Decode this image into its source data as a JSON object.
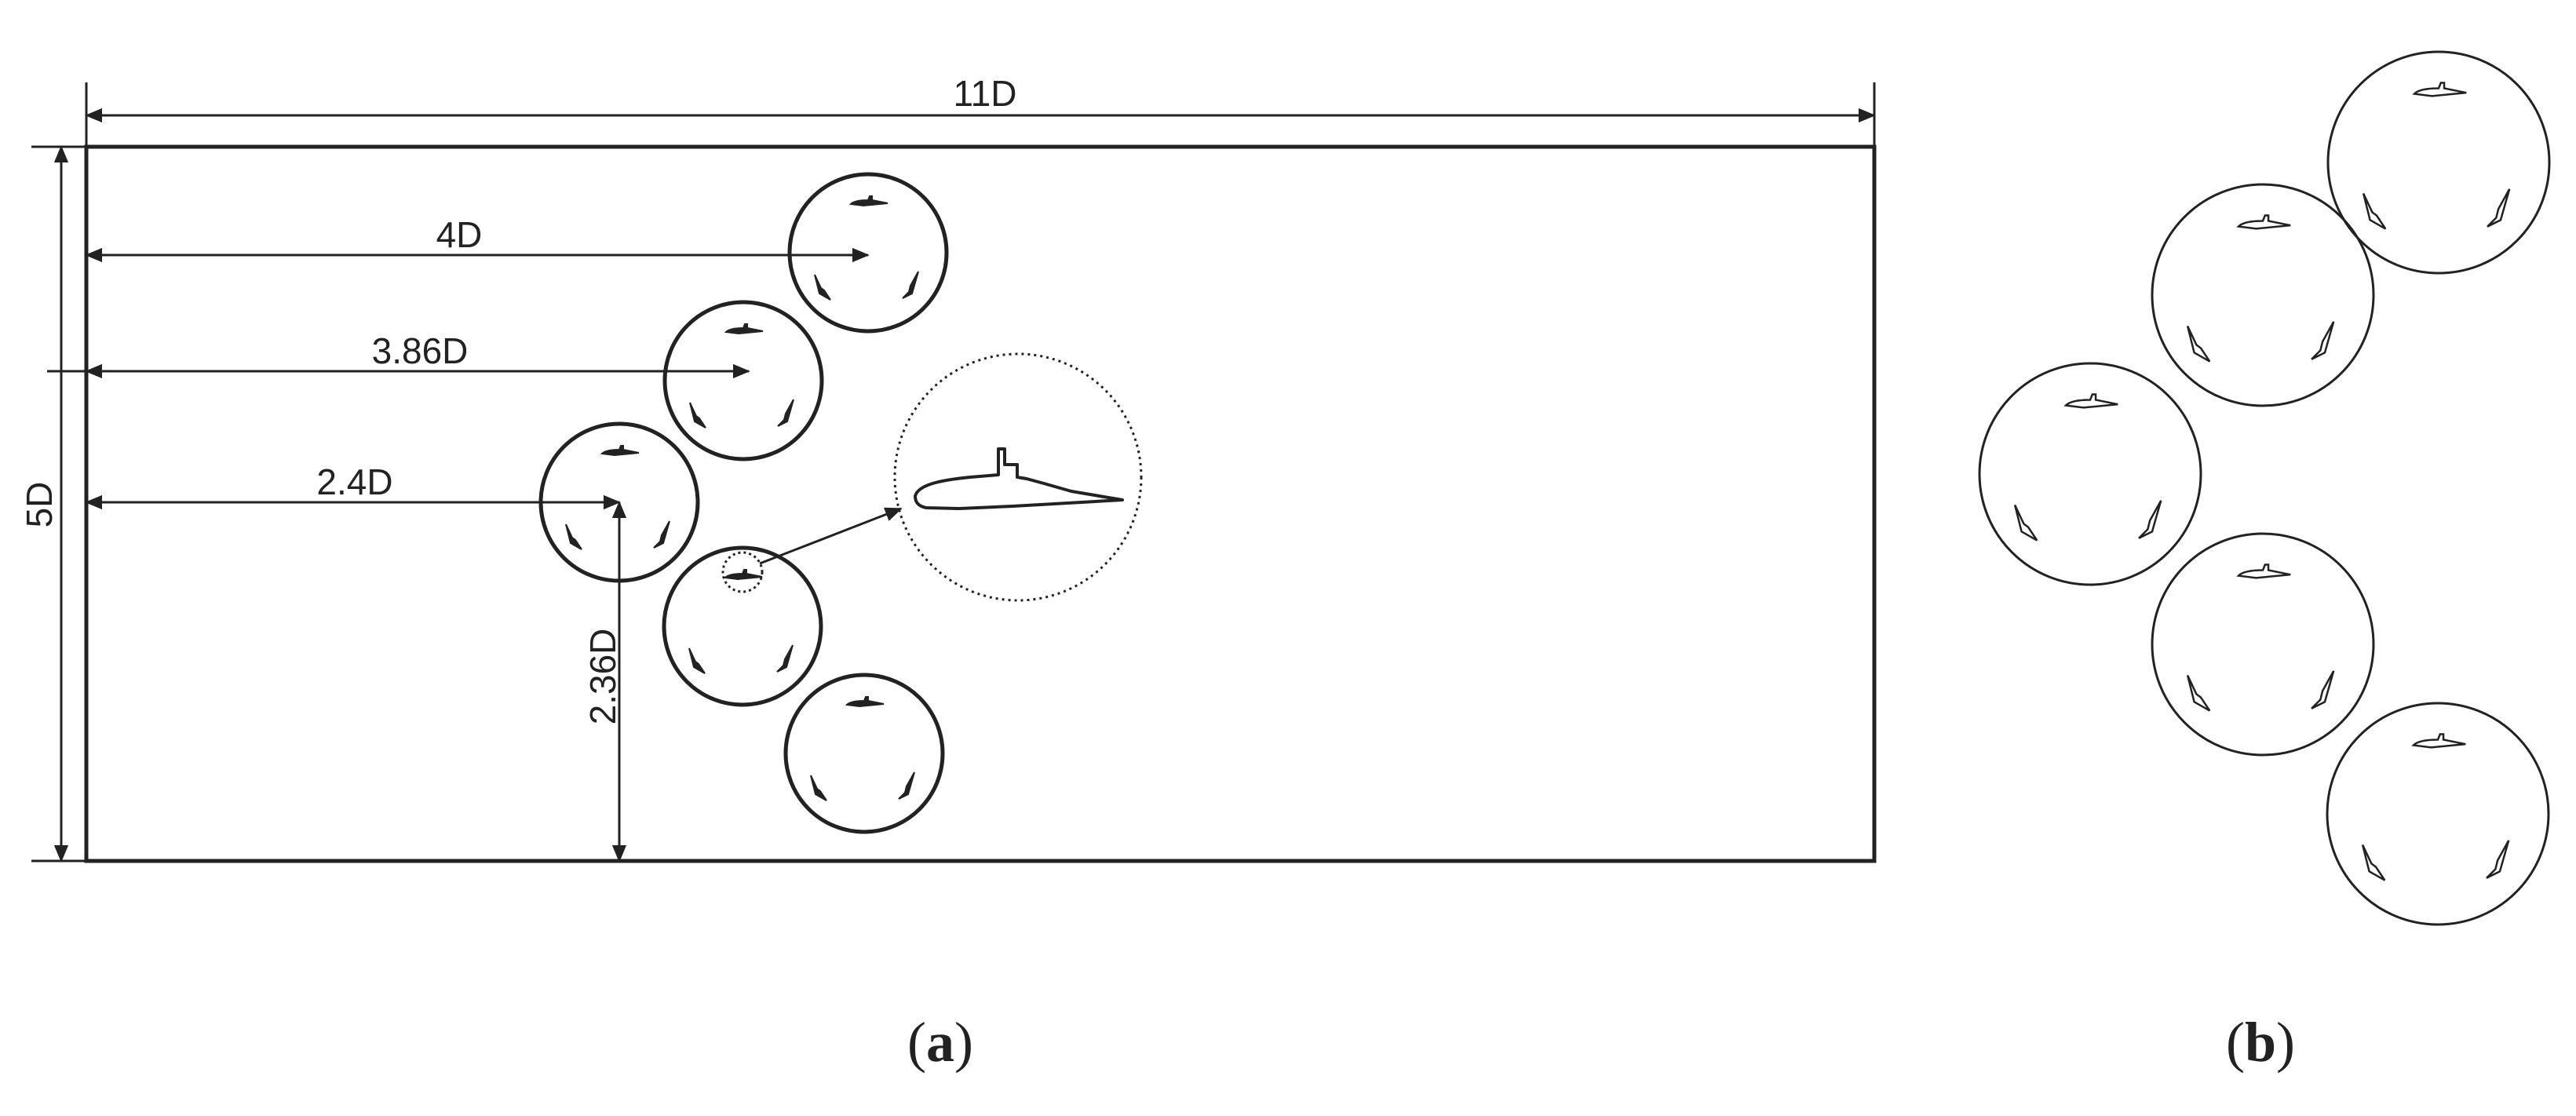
{
  "panel_a": {
    "width_label": "11D",
    "height_label": "5D",
    "dim_4d": "4D",
    "dim_386d": "3.86D",
    "dim_24d": "2.4D",
    "dim_236d": "2.36D",
    "caption_open": "(",
    "caption_letter": "a",
    "caption_close": ")"
  },
  "panel_b": {
    "caption_open": "(",
    "caption_letter": "b",
    "caption_close": ")"
  },
  "colors": {
    "line": "#222222",
    "background": "#ffffff"
  }
}
